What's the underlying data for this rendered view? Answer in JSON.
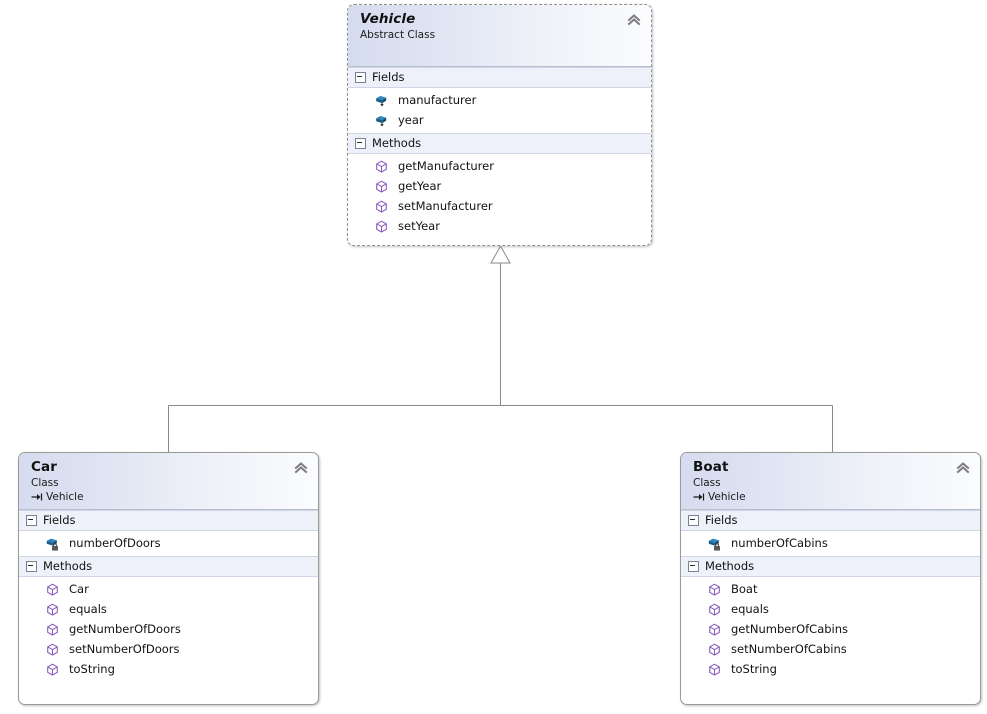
{
  "diagram": {
    "type": "uml-class-diagram",
    "background": "#ffffff",
    "relationship_label": "inheritance",
    "colors": {
      "header_gradient_start": "#d6dcef",
      "header_gradient_end": "#fbfcfe",
      "compartment_band": "#eef1f9",
      "border": "#9a9a96",
      "connector": "#8a8a84",
      "field_icon": "#1f6fa8",
      "method_icon": "#8a5bbf"
    }
  },
  "classes": [
    {
      "id": "vehicle",
      "name": "Vehicle",
      "kind": "Abstract Class",
      "is_abstract": true,
      "base": null,
      "collapse_icon": "chevron-up-icon",
      "compartments": [
        {
          "title": "Fields",
          "expander": "collapse-minus-icon",
          "members": [
            {
              "name": "manufacturer",
              "icon": "field-protected-icon",
              "visibility": "protected"
            },
            {
              "name": "year",
              "icon": "field-protected-icon",
              "visibility": "protected"
            }
          ]
        },
        {
          "title": "Methods",
          "expander": "collapse-minus-icon",
          "members": [
            {
              "name": "getManufacturer",
              "icon": "method-icon",
              "visibility": "public"
            },
            {
              "name": "getYear",
              "icon": "method-icon",
              "visibility": "public"
            },
            {
              "name": "setManufacturer",
              "icon": "method-icon",
              "visibility": "public"
            },
            {
              "name": "setYear",
              "icon": "method-icon",
              "visibility": "public"
            }
          ]
        }
      ]
    },
    {
      "id": "car",
      "name": "Car",
      "kind": "Class",
      "is_abstract": false,
      "base": "Vehicle",
      "base_icon": "inherits-arrow-icon",
      "collapse_icon": "chevron-up-icon",
      "compartments": [
        {
          "title": "Fields",
          "expander": "collapse-minus-icon",
          "members": [
            {
              "name": "numberOfDoors",
              "icon": "field-private-icon",
              "visibility": "private"
            }
          ]
        },
        {
          "title": "Methods",
          "expander": "collapse-minus-icon",
          "members": [
            {
              "name": "Car",
              "icon": "method-icon",
              "visibility": "public"
            },
            {
              "name": "equals",
              "icon": "method-icon",
              "visibility": "public"
            },
            {
              "name": "getNumberOfDoors",
              "icon": "method-icon",
              "visibility": "public"
            },
            {
              "name": "setNumberOfDoors",
              "icon": "method-icon",
              "visibility": "public"
            },
            {
              "name": "toString",
              "icon": "method-icon",
              "visibility": "public"
            }
          ]
        }
      ]
    },
    {
      "id": "boat",
      "name": "Boat",
      "kind": "Class",
      "is_abstract": false,
      "base": "Vehicle",
      "base_icon": "inherits-arrow-icon",
      "collapse_icon": "chevron-up-icon",
      "compartments": [
        {
          "title": "Fields",
          "expander": "collapse-minus-icon",
          "members": [
            {
              "name": "numberOfCabins",
              "icon": "field-private-icon",
              "visibility": "private"
            }
          ]
        },
        {
          "title": "Methods",
          "expander": "collapse-minus-icon",
          "members": [
            {
              "name": "Boat",
              "icon": "method-icon",
              "visibility": "public"
            },
            {
              "name": "equals",
              "icon": "method-icon",
              "visibility": "public"
            },
            {
              "name": "getNumberOfCabins",
              "icon": "method-icon",
              "visibility": "public"
            },
            {
              "name": "setNumberOfCabins",
              "icon": "method-icon",
              "visibility": "public"
            },
            {
              "name": "toString",
              "icon": "method-icon",
              "visibility": "public"
            }
          ]
        }
      ]
    }
  ]
}
